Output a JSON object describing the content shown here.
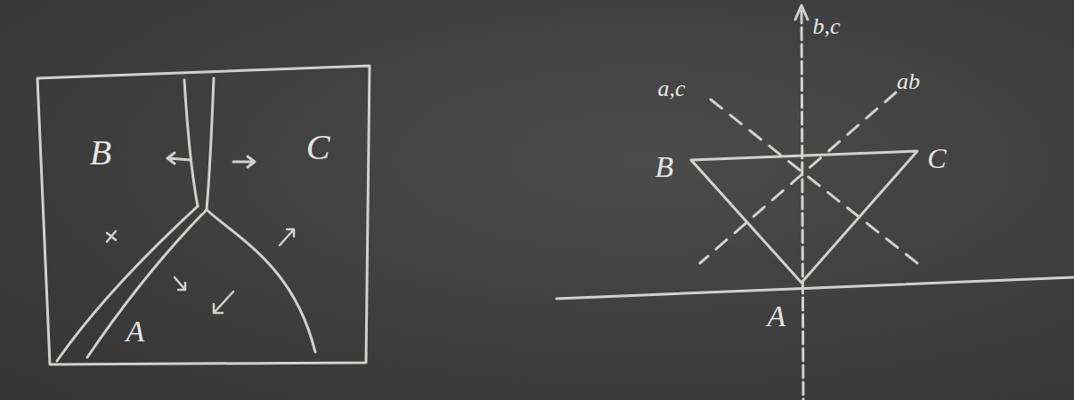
{
  "diagram": {
    "labels": [
      "B",
      "C",
      "A",
      "a,c",
      "b,c",
      "ab",
      "B",
      "C",
      "A"
    ]
  }
}
